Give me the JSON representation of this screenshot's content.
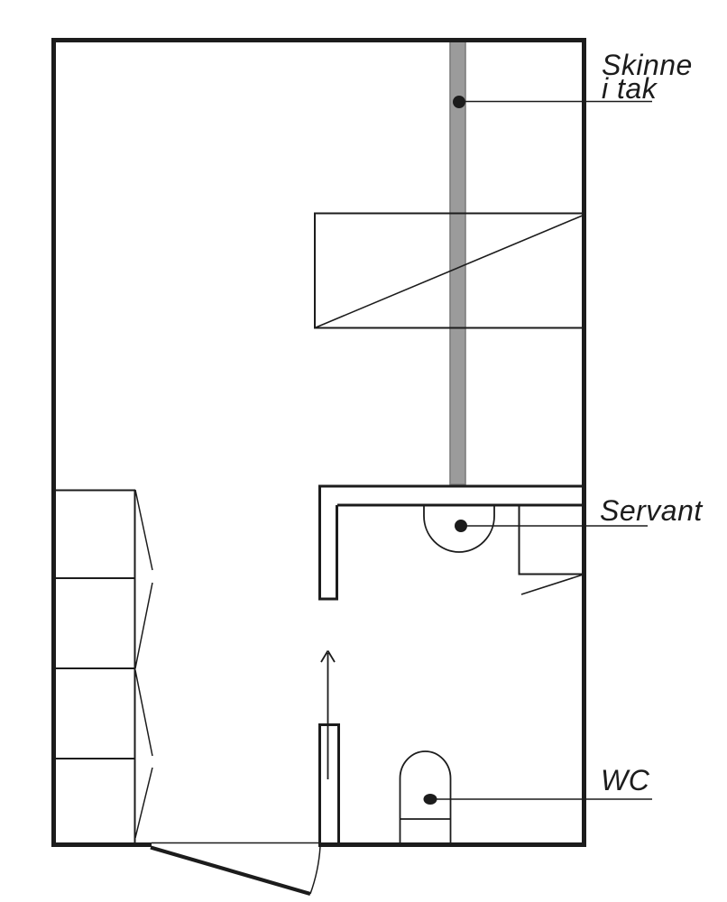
{
  "drawing": {
    "type": "bathroom-floor-plan",
    "background_color": "#ffffff",
    "line_color": "#1c1c1c",
    "track_fill_color": "#9b9b9b",
    "track_edge_color": "#7d7d7d"
  },
  "labels": {
    "ceiling_track_line1": "Skinne",
    "ceiling_track_line2": "i tak",
    "sink": "Servant",
    "toilet": "WC"
  }
}
